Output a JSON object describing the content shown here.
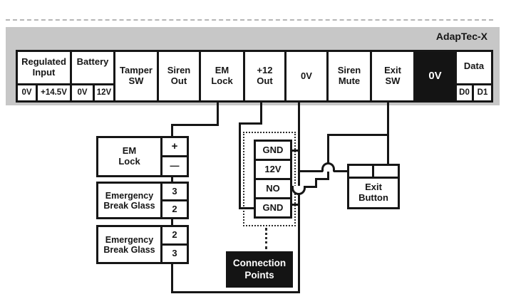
{
  "diagram": {
    "title": "AdapTec-X",
    "strip": {
      "regulated_input": {
        "label": "Regulated\nInput",
        "sub_left": "0V",
        "sub_right": "+14.5V"
      },
      "battery": {
        "label": "Battery",
        "sub_left": "0V",
        "sub_right": "12V"
      },
      "tamper_sw": {
        "label": "Tamper\nSW"
      },
      "siren_out": {
        "label": "Siren\nOut"
      },
      "em_lock": {
        "label": "EM\nLock"
      },
      "plus12_out": {
        "label": "+12\nOut"
      },
      "zero_v": {
        "label": "0V"
      },
      "siren_mute": {
        "label": "Siren\nMute"
      },
      "exit_sw": {
        "label": "Exit\nSW"
      },
      "zero_v_black": {
        "label": "0V"
      },
      "data": {
        "label": "Data",
        "sub_left": "D0",
        "sub_right": "D1"
      }
    },
    "em_lock_device": {
      "label": "EM\nLock",
      "terminal_top": "+",
      "terminal_bottom": "—"
    },
    "break_glass_1": {
      "label": "Emergency\nBreak Glass",
      "terminal_top": "3",
      "terminal_bottom": "2"
    },
    "break_glass_2": {
      "label": "Emergency\nBreak Glass",
      "terminal_top": "2",
      "terminal_bottom": "3"
    },
    "connection_block": {
      "terminal_1": "GND",
      "terminal_2": "12V",
      "terminal_3": "NO",
      "terminal_4": "GND",
      "caption": "Connection\nPoints"
    },
    "exit_button": {
      "label": "Exit\nButton"
    },
    "colors": {
      "line": "#161616",
      "panel_bg": "#c7c7c7",
      "inverse_bg": "#141414",
      "inverse_text": "#ffffff",
      "dashed_top_line": "#b5b5b5"
    }
  }
}
